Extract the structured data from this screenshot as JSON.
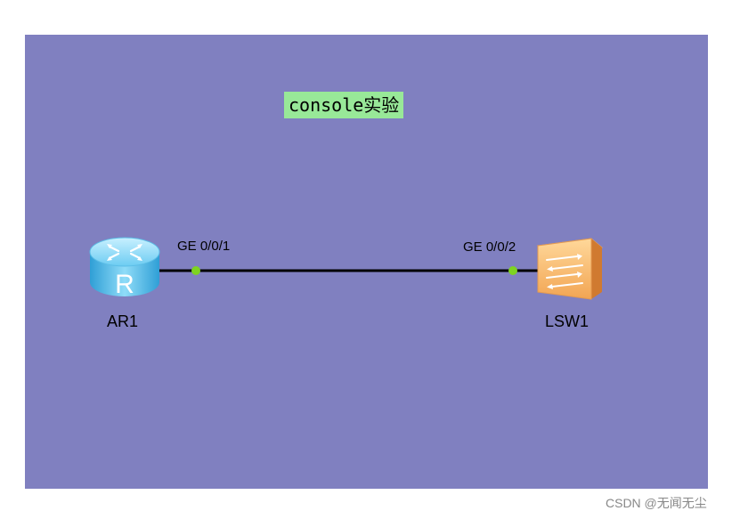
{
  "title": "console实验",
  "link": {
    "left_port": "GE 0/0/1",
    "right_port": "GE 0/0/2"
  },
  "devices": [
    {
      "name": "AR1",
      "icon": "router-icon"
    },
    {
      "name": "LSW1",
      "icon": "switch-icon"
    }
  ],
  "watermark": "CSDN @无闻无尘",
  "colors": {
    "canvas": "#8080c0",
    "title_bg": "#98e898",
    "link_line": "#000000",
    "port_dot": "#7ed321",
    "router": "#5cc3ee",
    "switch": "#f0a860"
  }
}
